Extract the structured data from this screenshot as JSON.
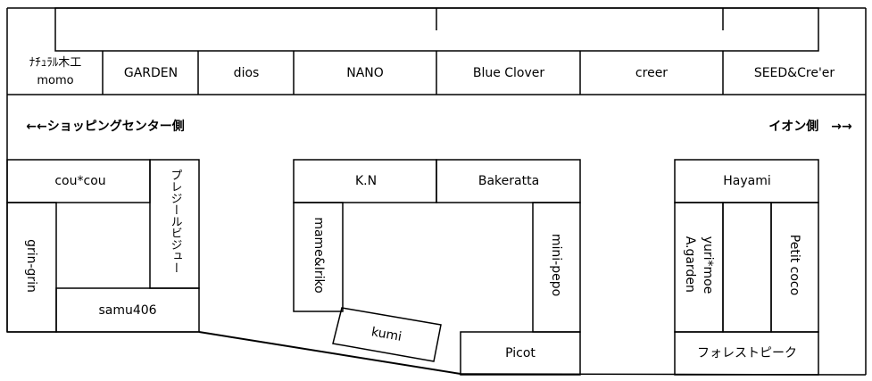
{
  "stores": {
    "top_row": {
      "natural": [
        "ﾅﾁｭﾗﾙ木工",
        "momo"
      ],
      "garden": "GARDEN",
      "dios": "dios",
      "nano": "NANO",
      "blue_clover": "Blue Clover",
      "creer": "creer",
      "seed": "SEED&Cre'er"
    },
    "left_block": {
      "coucou": "cou*cou",
      "preciel": "プレジールビジュー",
      "grin": "grin-grin",
      "samu": "samu406"
    },
    "center_block": {
      "kn": "K.N",
      "bakeratta": "Bakeratta",
      "mame": "mame&Iriko",
      "minipepo": "mini-pepo",
      "kumi": "kumi",
      "picot": "Picot"
    },
    "right_block": {
      "hayami": "Hayami",
      "yuri": [
        "yuri*moe",
        "A.garden"
      ],
      "petit": "Petit coco",
      "forest": "フォレストピーク"
    }
  },
  "directions": {
    "left": "←←ショッピングセンター側",
    "right": "イオン側　→→"
  }
}
